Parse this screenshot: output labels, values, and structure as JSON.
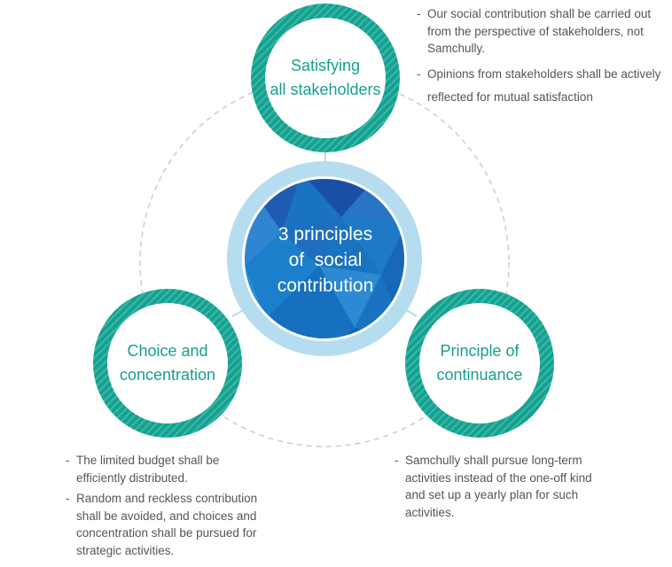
{
  "center": {
    "lines": [
      "3 principles",
      "of  social",
      "contribution"
    ]
  },
  "principles": [
    {
      "id": "top",
      "lines": [
        "Satisfying",
        "all stakeholders"
      ],
      "items": [
        "Our social contribution shall be carried out from the perspective of stakeholders, not Samchully.",
        "Opinions from stakeholders shall be actively reflected for mutual satisfaction"
      ]
    },
    {
      "id": "left",
      "lines": [
        "Choice and",
        "concentration"
      ],
      "items": [
        "The limited budget shall be efficiently distributed.",
        "Random and reckless contribution shall be avoided, and choices and concentration shall be pursued for strategic activities."
      ]
    },
    {
      "id": "right",
      "lines": [
        "Principle of",
        "continuance"
      ],
      "items": [
        "Samchully shall pursue long-term activities instead of the one-off kind and set up a yearly plan for such activities."
      ]
    }
  ],
  "colors": {
    "ring": "#15a08f",
    "ring_stripe": "#3bb8a8",
    "center_outer": "#b6dcef",
    "center_fill": "#1a73c0",
    "dashed": "#cfcfcf",
    "text": "#555555",
    "label": "#16a08f"
  }
}
